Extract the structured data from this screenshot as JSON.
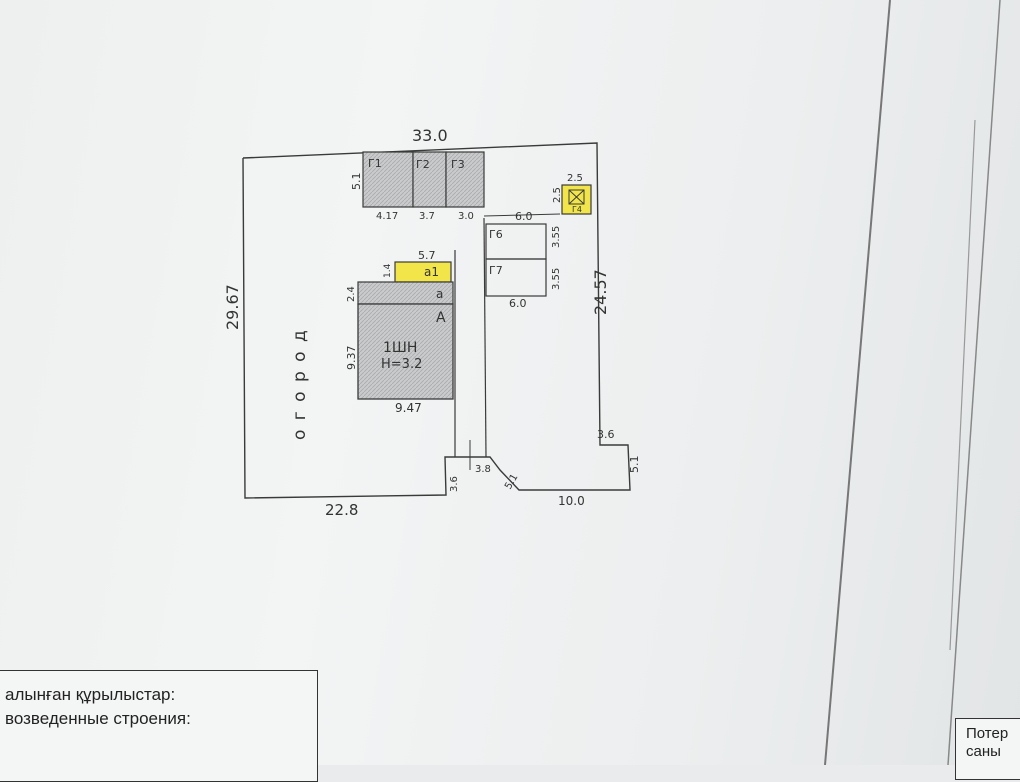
{
  "site": {
    "dims": {
      "top": "33.0",
      "left": "29.67",
      "bottom": "22.8",
      "right": "24.57",
      "step_36_right": "3.6",
      "step_51_right": "5.1",
      "bottom_100": "10.0",
      "diag_51": "5.1",
      "notch_38": "3.8",
      "notch_36": "3.6"
    },
    "garden_label": "о г о р о д"
  },
  "garages": {
    "height_label": "5.1",
    "labels": [
      "Г1",
      "Г2",
      "Г3"
    ],
    "widths": [
      "4.17",
      "3.7",
      "3.0"
    ]
  },
  "sheds": {
    "g6_label": "Г6",
    "g7_label": "Г7",
    "top_width": "6.0",
    "bottom_width": "6.0",
    "g6_depth": "3.55",
    "g7_depth": "3.55"
  },
  "g4": {
    "label": "Г4",
    "width": "2.5",
    "height": "2.5"
  },
  "house": {
    "main_label": "1ШН",
    "height_label": "Н=3.2",
    "a_label": "А",
    "a_small_label": "а",
    "a1_label": "а1",
    "a1_width": "5.7",
    "a1_depth": "1.4",
    "a_depth": "2.4",
    "depth": "9.37",
    "width": "9.47"
  },
  "legend": {
    "kz_text": "алынған құрылыстар:",
    "ru_text": "возведенные строения:"
  },
  "corner": {
    "line1": "Потер",
    "line2": "саны"
  },
  "colors": {
    "highlight": "#f2e54a",
    "hatch": "#9a9c9d",
    "ink": "#3a3a3a"
  }
}
